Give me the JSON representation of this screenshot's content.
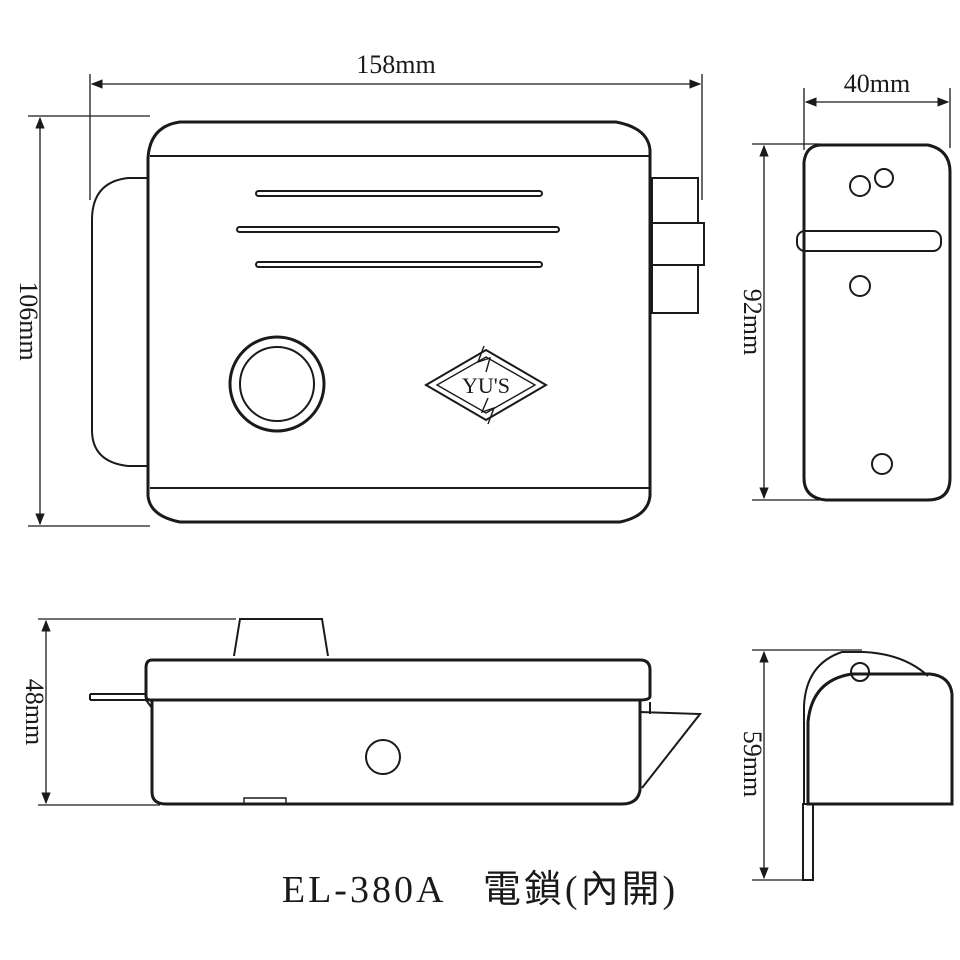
{
  "dimensions": {
    "front_width": "158mm",
    "front_height": "106mm",
    "side_width": "40mm",
    "side_height": "92mm",
    "bottom_height": "48mm",
    "end_height": "59mm"
  },
  "logo": {
    "text": "YU'S"
  },
  "caption": {
    "model": "EL-380A",
    "name": "電鎖(內開)"
  },
  "colors": {
    "line": "#1a1a1a",
    "background": "#ffffff"
  }
}
